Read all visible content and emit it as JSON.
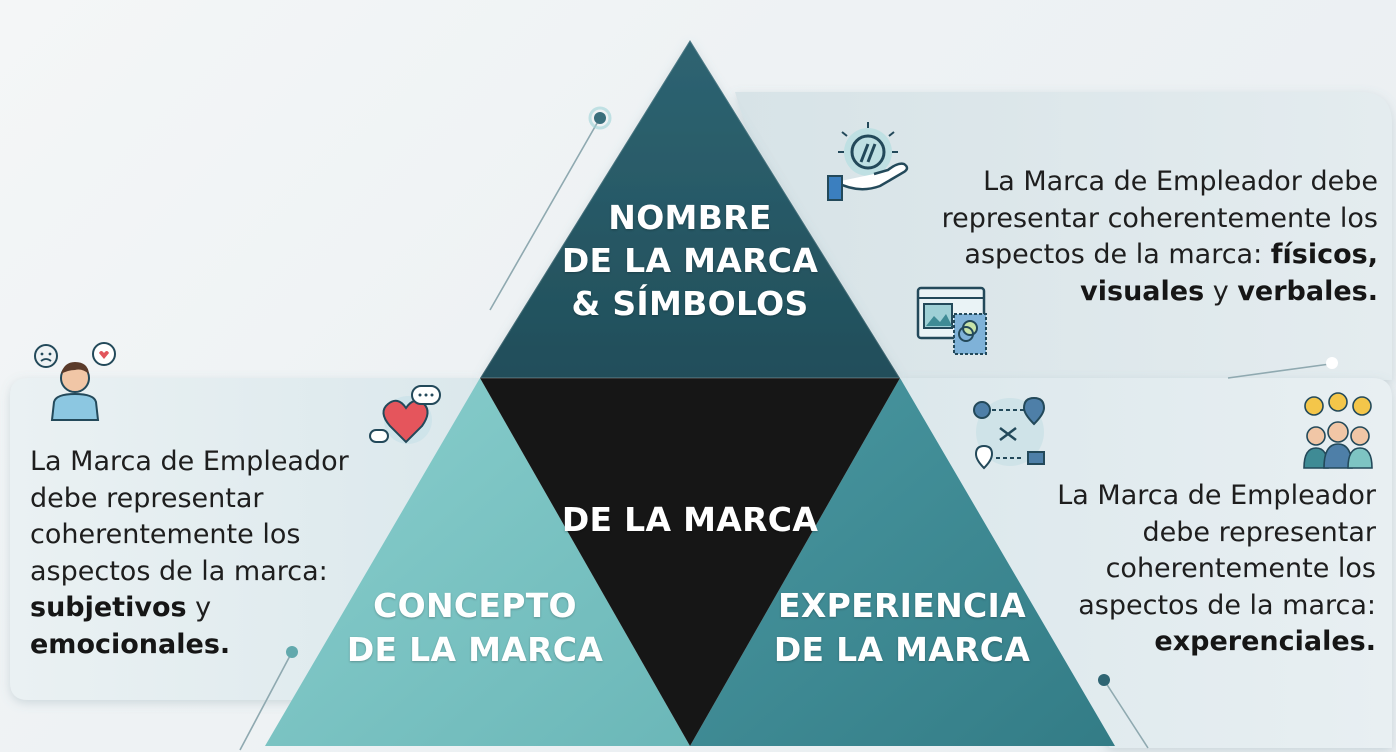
{
  "triangles": {
    "top": {
      "line1": "NOMBRE",
      "line2": "DE LA MARCA",
      "line3": "& SÍMBOLOS",
      "color": "#275764"
    },
    "center": {
      "label": "DE LA MARCA",
      "color": "#151515"
    },
    "left": {
      "line1": "CONCEPTO",
      "line2": "DE LA MARCA",
      "color": "#7ec4c3"
    },
    "right": {
      "line1": "EXPERIENCIA",
      "line2": "DE LA MARCA",
      "color": "#3f8b95"
    }
  },
  "panels": {
    "top_right": {
      "line1": "La Marca de Empleador debe",
      "line2": "representar coherentemente los",
      "line3_prefix": "aspectos de la marca: ",
      "bold1": "físicos,",
      "bold2": "visuales",
      "connector": " y ",
      "bold3": "verbales."
    },
    "left": {
      "line1": "La Marca de Empleador",
      "line2": "debe representar",
      "line3": "coherentemente los",
      "line4": "aspectos de la marca:",
      "bold1": "subjetivos",
      "connector": " y",
      "bold2": "emocionales."
    },
    "right": {
      "line1": "La Marca de Empleador",
      "line2": "debe representar",
      "line3": "coherentemente los",
      "line4": "aspectos de la marca:",
      "bold1": "experenciales."
    }
  },
  "icons": [
    "hand-symbol-icon",
    "design-window-icon",
    "person-emotions-icon",
    "heart-chat-icon",
    "route-map-icon",
    "team-emojis-icon"
  ],
  "colors": {
    "accent": "#4fb3b8",
    "text": "#1e1e1e"
  }
}
